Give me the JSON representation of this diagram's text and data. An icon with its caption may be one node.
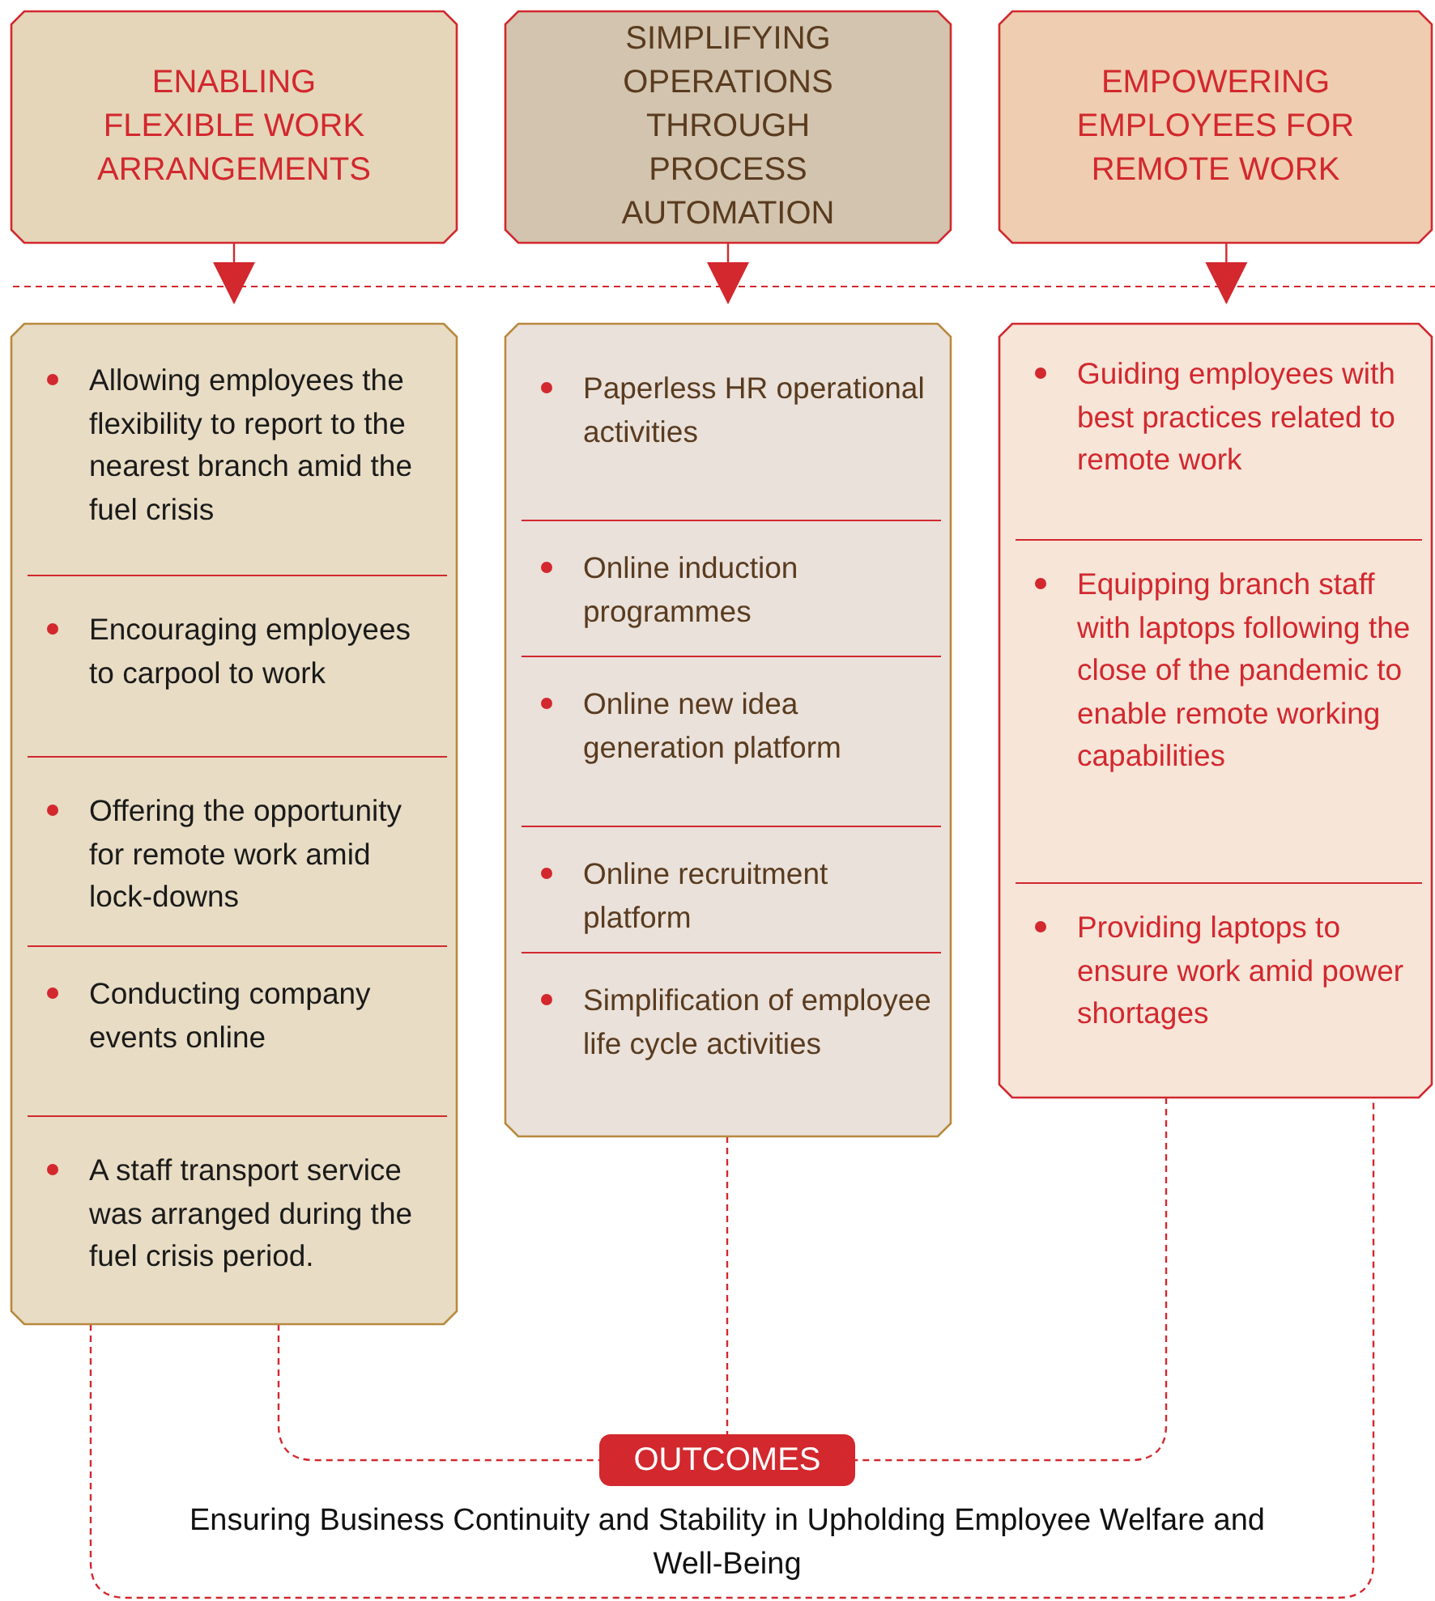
{
  "diagram": {
    "nodes": [
      {
        "text": [
          "ENABLING FLEXIBLE WORK ARRANGEMENTS"
        ]
      },
      {
        "text": [
          "SIMPLIFYING OPERATIONS THROUGH PROCESS AUTOMATION"
        ]
      },
      {
        "text": [
          "EMPOWERING EMPLOYEES FOR REMOTE WORK"
        ]
      },
      {
        "text": [
          "Allowing employees the flexibility to report to the nearest branch amid the fuel crisis",
          "Encouraging employees to carpool to work",
          "Offering the opportunity for remote work amid lock-downs",
          "Conducting company events online",
          "A staff transport service was arranged during the fuel crisis period."
        ]
      },
      {
        "text": [
          "Paperless HR operational activities",
          "Online induction programmes",
          "Online new idea generation platform",
          "Online recruitment platform",
          "Simplification of employee life cycle activities"
        ]
      },
      {
        "text": [
          "Guiding employees with best practices related to remote work",
          "Equipping branch staff with laptops following the close of the pandemic to enable remote working capabilities",
          "Providing laptops to ensure work amid power shortages"
        ]
      },
      {
        "text": [
          "OUTCOMES"
        ],
        "beside": [
          "Ensuring Business Continuity and Stability in Upholding Employee Welfare and Well-Being"
        ]
      }
    ],
    "edges": [
      {
        "from": 0,
        "to": 3,
        "arrow": "to"
      },
      {
        "from": 1,
        "to": 4,
        "arrow": "to"
      },
      {
        "from": 2,
        "to": 5,
        "arrow": "to"
      },
      {
        "from": 3,
        "to": 6,
        "arrow": "none",
        "style": "dashed"
      },
      {
        "from": 4,
        "to": 6,
        "arrow": "none",
        "style": "dashed"
      },
      {
        "from": 5,
        "to": 6,
        "arrow": "none",
        "style": "dashed"
      },
      {
        "from": 3,
        "to": 5,
        "arrow": "none",
        "style": "dashed"
      }
    ]
  }
}
